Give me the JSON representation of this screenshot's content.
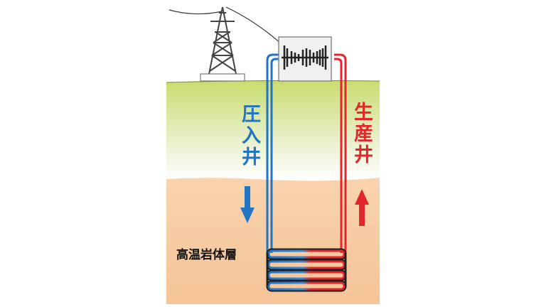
{
  "labels": {
    "injection_well": "圧入井",
    "production_well": "生産井",
    "hot_rock_layer": "高温岩体層"
  },
  "colors": {
    "injection": "#1f74c4",
    "production": "#e3262c",
    "hot_rock": "#f7c9a0",
    "surface": "#cfe07a",
    "plant_box": "#eeeeee",
    "tower": "#444444"
  },
  "icons": {
    "power_tower": "transmission-tower-icon",
    "plant": "turbine-icon",
    "down_arrow": "arrow-down-icon",
    "up_arrow": "arrow-up-icon"
  }
}
